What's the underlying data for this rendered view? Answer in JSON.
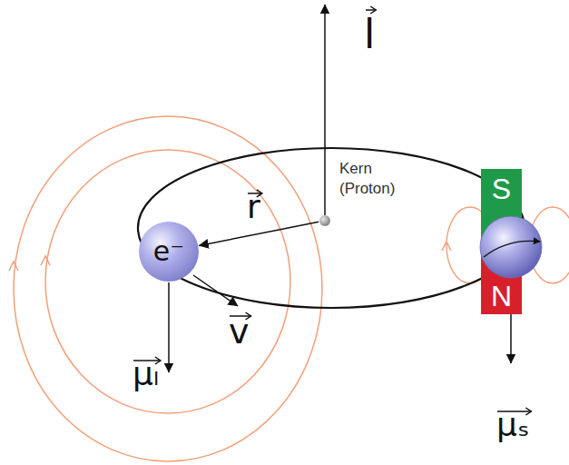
{
  "diagram": {
    "nodes": [
      {
        "text": [
          "Kern (Proton)"
        ]
      },
      {
        "text": [
          "e⁻"
        ]
      },
      {
        "text": [
          "S"
        ]
      },
      {
        "text": [
          "N"
        ]
      }
    ],
    "edges": [
      {
        "from": 0,
        "to": 1,
        "arrow": "to",
        "label": "r"
      }
    ],
    "labels": [
      "l",
      "v",
      "μₗ",
      "μₛ"
    ]
  }
}
